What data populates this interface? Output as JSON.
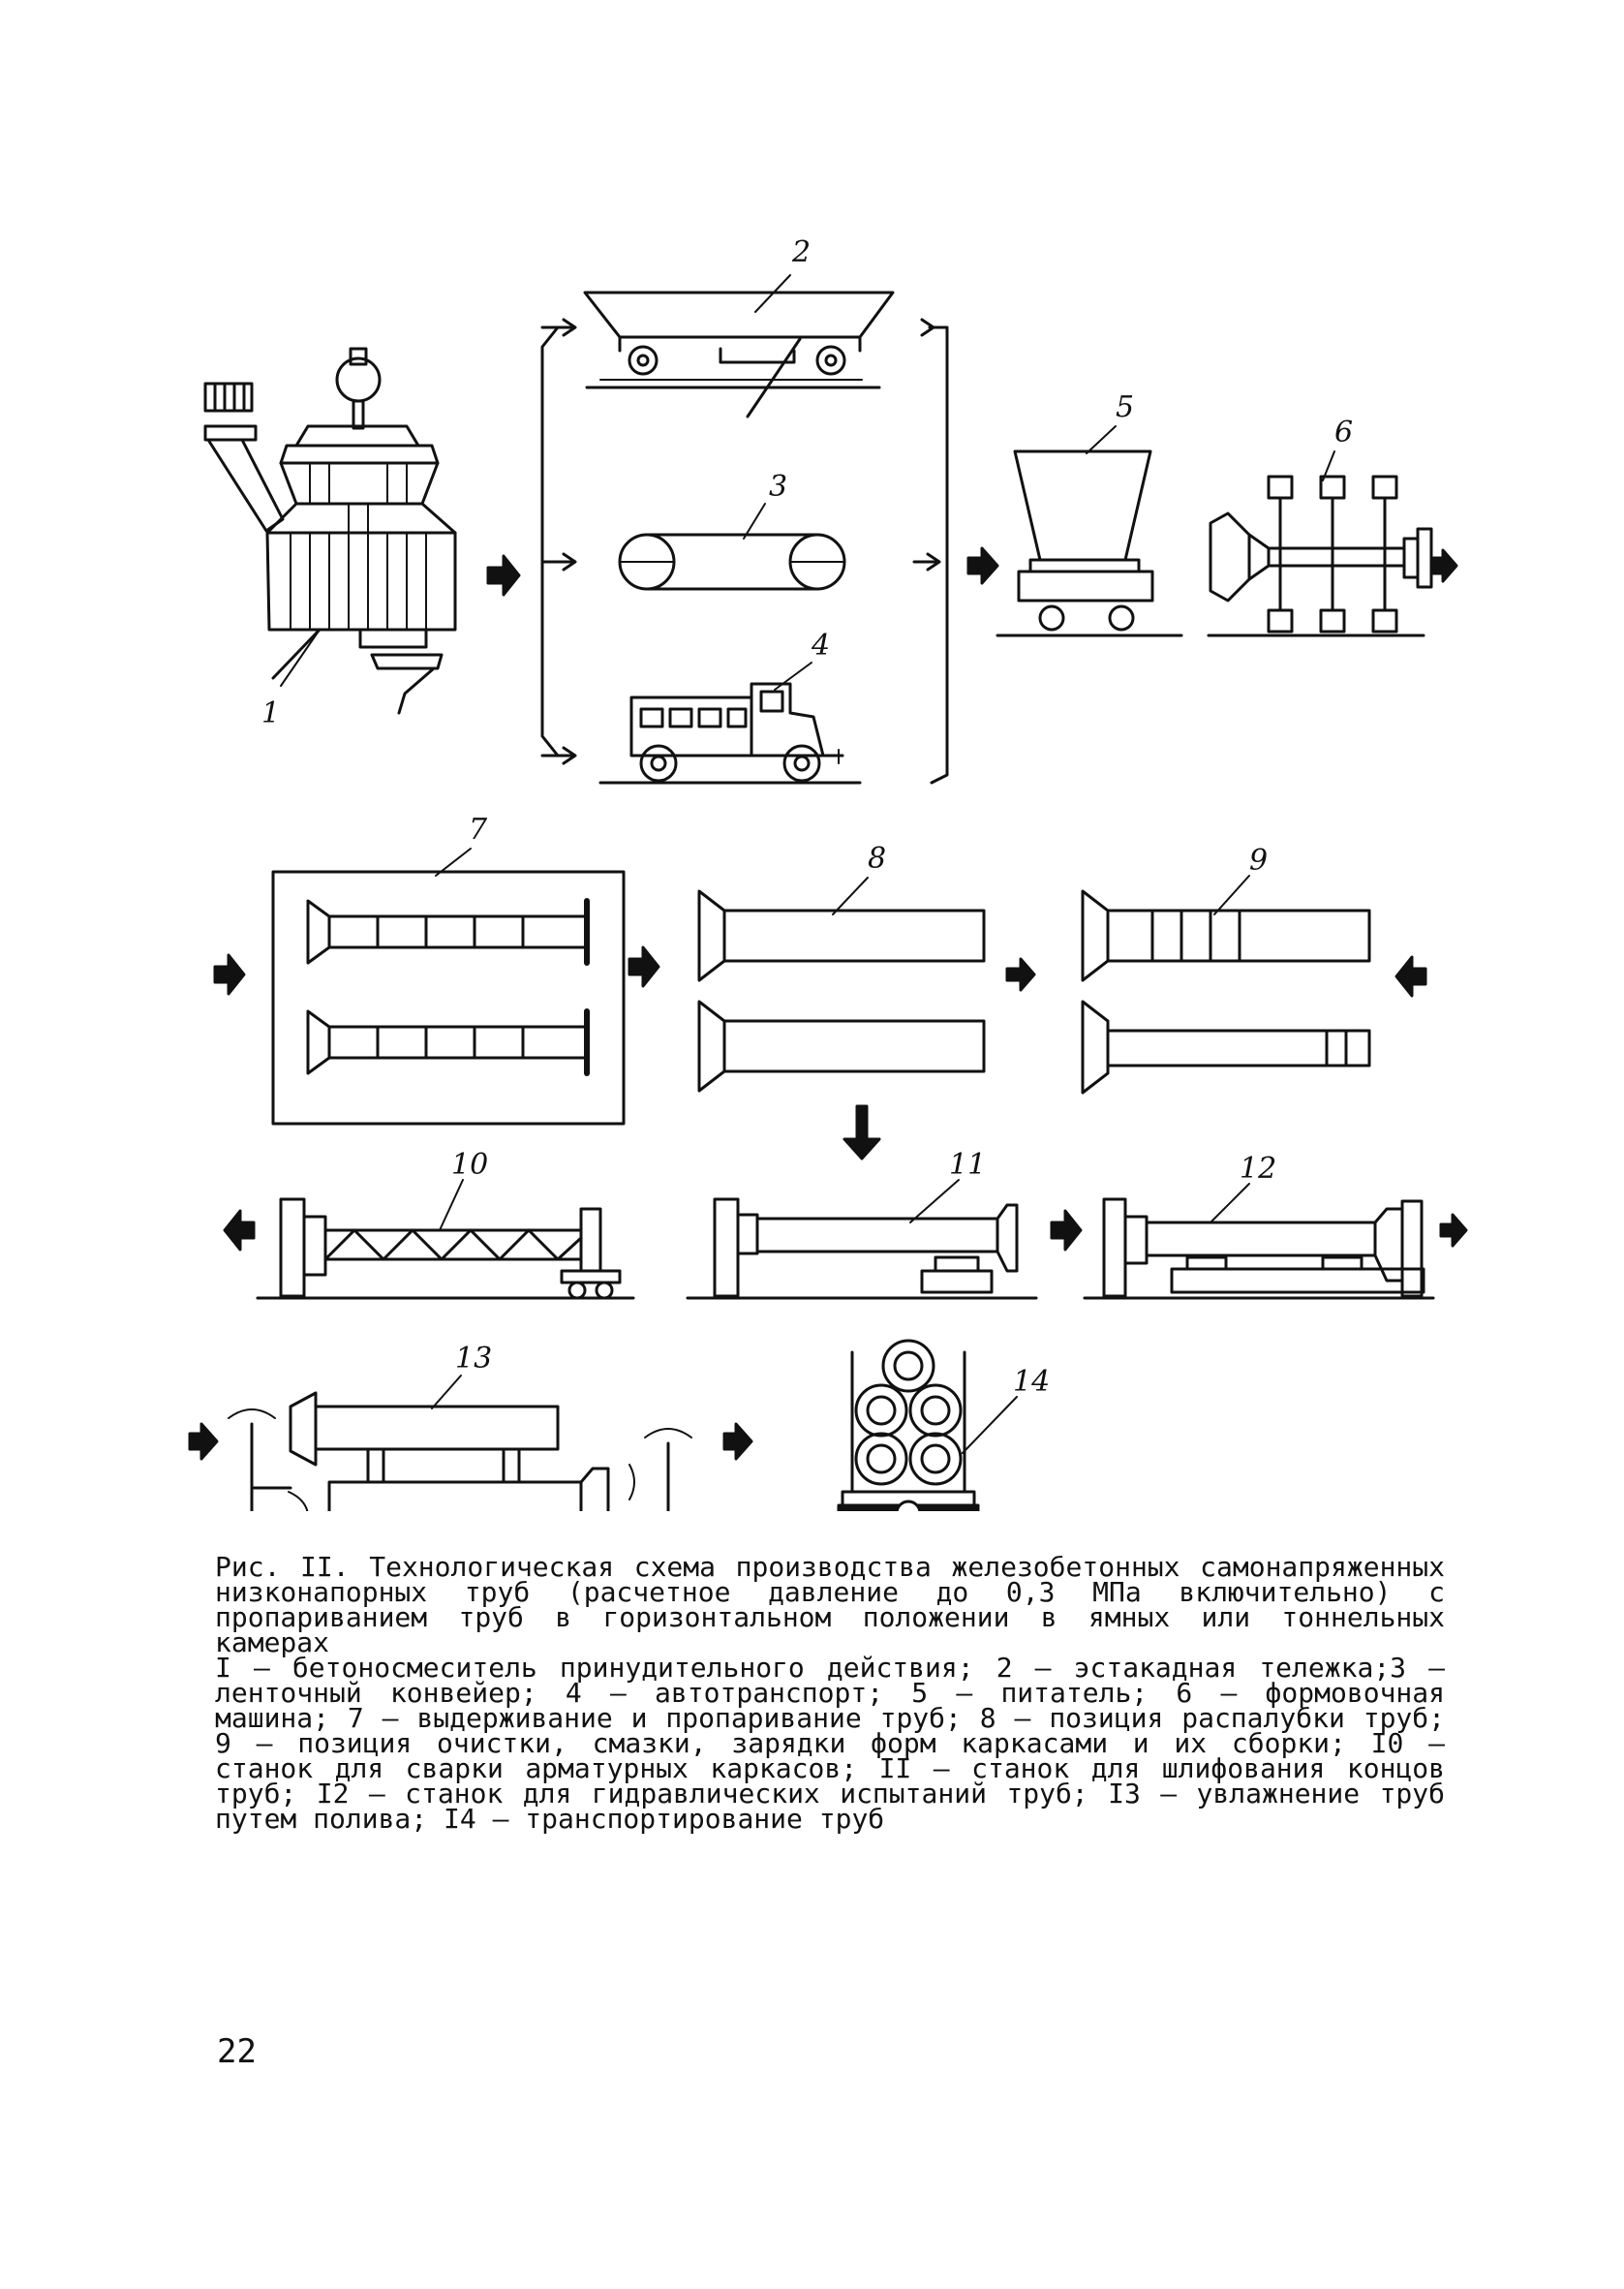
{
  "figure": {
    "labels": {
      "n1": "1",
      "n2": "2",
      "n3": "3",
      "n4": "4",
      "n5": "5",
      "n6": "6",
      "n7": "7",
      "n8": "8",
      "n9": "9",
      "n10": "10",
      "n11": "11",
      "n12": "12",
      "n13": "13",
      "n14": "14"
    }
  },
  "caption": {
    "title": "Рис. II. Технологическая схема производства железобетонных самонапряженных низконапорных труб (расчетное давление до 0,3 МПа включительно) с пропариванием труб в горизонтальном положении в ямных или тоннельных камерах",
    "legend": "I – бетоносмеситель принудительного действия; 2 – эстакадная тележка;3 – ленточный конвейер; 4 – автотранспорт; 5 – питатель; 6 – формовочная машина; 7 – выдерживание и пропаривание труб; 8 – позиция распалубки труб; 9 – позиция очистки, смазки, зарядки форм каркасами и их сборки; I0 – станок для сварки арматурных каркасов; II – станок для шлифования концов труб; I2 – станок для гидравлических испытаний труб; I3 – увлажнение труб путем полива; I4 – транспортирование труб"
  },
  "page_number": "22"
}
